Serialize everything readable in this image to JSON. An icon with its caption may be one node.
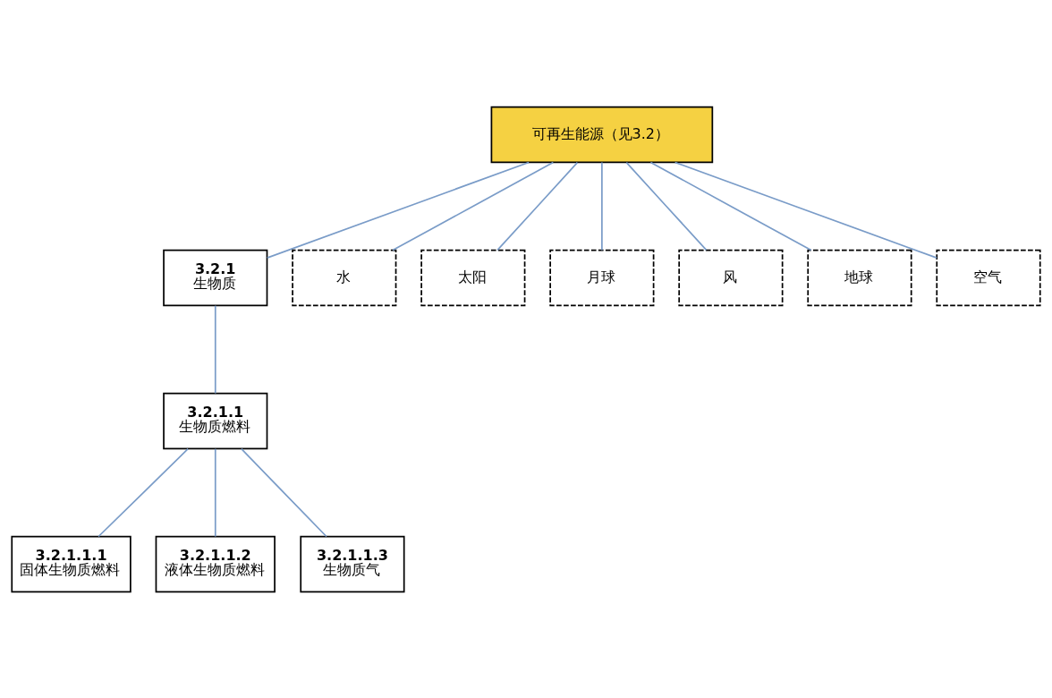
{
  "diagram": {
    "nodes": [
      {
        "text": [
          "可再生能源（见3.2）"
        ]
      },
      {
        "text": [
          "3.2.1",
          "生物质"
        ]
      },
      {
        "text": [
          "水"
        ]
      },
      {
        "text": [
          "太阳"
        ]
      },
      {
        "text": [
          "月球"
        ]
      },
      {
        "text": [
          "风"
        ]
      },
      {
        "text": [
          "地球"
        ]
      },
      {
        "text": [
          "空气"
        ]
      },
      {
        "text": [
          "3.2.1.1",
          "生物质燃料"
        ]
      },
      {
        "text": [
          "3.2.1.1.1",
          "固体生物质燃料"
        ]
      },
      {
        "text": [
          "3.2.1.1.2",
          "液体生物质燃料"
        ]
      },
      {
        "text": [
          "3.2.1.1.3",
          "生物质气"
        ]
      }
    ],
    "edges": [
      {
        "from": 0,
        "to": 1,
        "arrow": "none"
      },
      {
        "from": 0,
        "to": 2,
        "arrow": "none"
      },
      {
        "from": 0,
        "to": 3,
        "arrow": "none"
      },
      {
        "from": 0,
        "to": 4,
        "arrow": "none"
      },
      {
        "from": 0,
        "to": 5,
        "arrow": "none"
      },
      {
        "from": 0,
        "to": 6,
        "arrow": "none"
      },
      {
        "from": 0,
        "to": 7,
        "arrow": "none"
      },
      {
        "from": 1,
        "to": 8,
        "arrow": "none"
      },
      {
        "from": 8,
        "to": 9,
        "arrow": "none"
      },
      {
        "from": 8,
        "to": 10,
        "arrow": "none"
      },
      {
        "from": 8,
        "to": 11,
        "arrow": "none"
      }
    ]
  }
}
